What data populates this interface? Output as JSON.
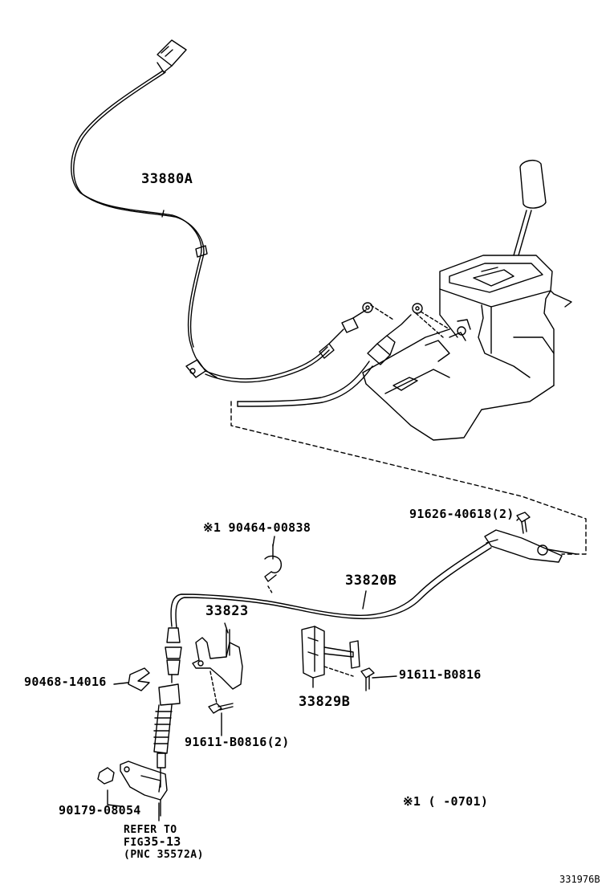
{
  "labels": {
    "cable_upper": "33880A",
    "cable_lower": "33820B",
    "bracket": "33823",
    "bracket_b": "33829B",
    "bolt_top": "91626-40618(2)",
    "clip_note": "※1 90464-00838",
    "bolt_right": "91611-B0816",
    "bolt_left": "91611-B0816(2)",
    "clip_left": "90468-14016",
    "nut": "90179-08054",
    "refer_line1": "REFER TO",
    "refer_line2_prefix": "FIG",
    "refer_line2_num": "35-13",
    "refer_line3": "(PNC 35572A)",
    "footnote": "※1 (     -0701)",
    "figure_id": "331976B"
  }
}
